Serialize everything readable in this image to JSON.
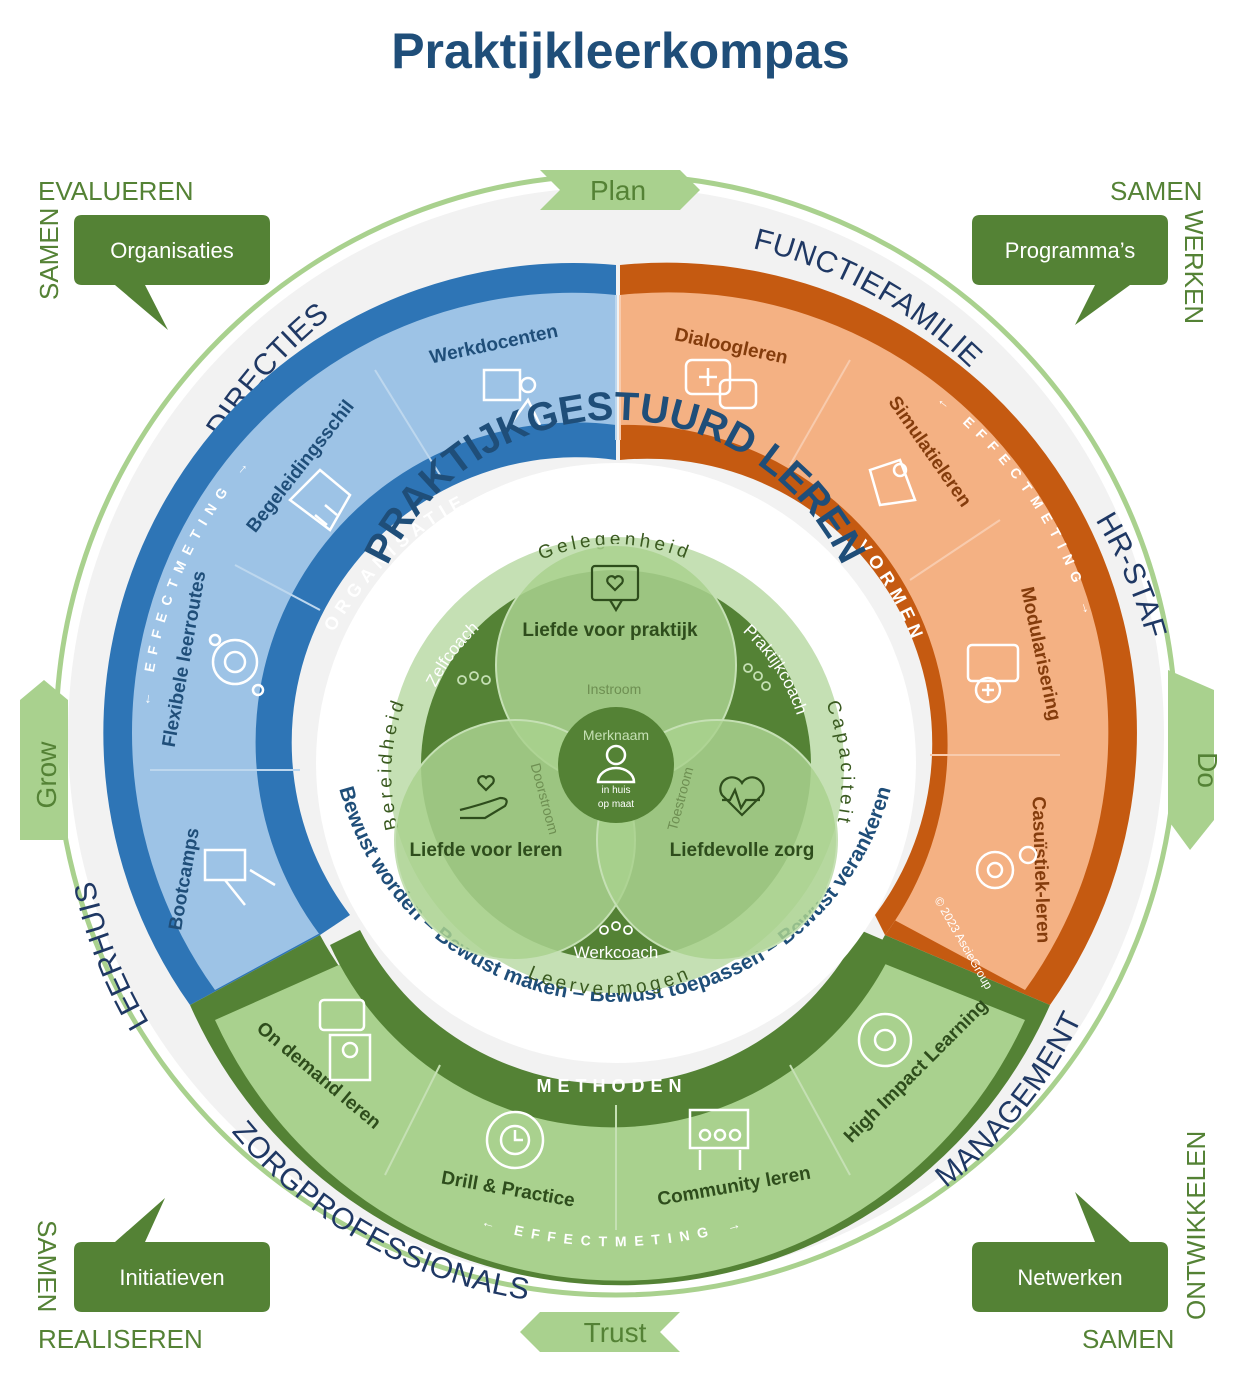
{
  "title": "Praktijkleerkompas",
  "corners": {
    "top_left": {
      "line1": "EVALUEREN",
      "line2": "SAMEN",
      "bubble": "Organisaties"
    },
    "top_right": {
      "line1": "SAMEN",
      "line2": "WERKEN",
      "bubble": "Programma’s"
    },
    "bottom_left": {
      "line1": "SAMEN",
      "line2": "REALISEREN",
      "bubble": "Initiatieven"
    },
    "bottom_right": {
      "line1": "SAMEN",
      "line2": "ONTWIKKELEN",
      "bubble": "Netwerken"
    }
  },
  "cycle": {
    "plan": "Plan",
    "do": "Do",
    "trust": "Trust",
    "grow": "Grow"
  },
  "outer_ring": {
    "directies": "DIRECTIES",
    "functiefamilie": "FUNCTIEFAMILIE",
    "hr_staf": "HR-STAF",
    "management": "MANAGEMENT",
    "zorgprofessionals": "ZORGPROFESSIONALS",
    "leerhuis": "LEERHUIS"
  },
  "organisatie": {
    "band": "ORGANISATIE",
    "effect": "← EFFECTMETING →",
    "segments": [
      "Werkdocenten",
      "Begeleidingsschil",
      "Flexibele leerroutes",
      "Bootcamps"
    ]
  },
  "vormen": {
    "band": "VORMEN",
    "effect": "← EFFECTMETING →",
    "segments": [
      "Dialoogleren",
      "Simulatieleren",
      "Modularisering",
      "Casuïstiek-leren"
    ],
    "copyright": "© 2023 AscieGroup"
  },
  "methoden": {
    "band": "METHODEN",
    "effect": "← EFFECTMETING →",
    "segments": [
      "On demand leren",
      "Drill & Practice",
      "Community leren",
      "High Impact Learning"
    ]
  },
  "center": {
    "title": "PRAKTIJKGESTUURD LEREN",
    "bewust": "Bewust worden – Bewust maken – Bewust toepassen – Bewust verankeren",
    "ring_words": {
      "gelegenheid": "Gelegenheid",
      "capaciteit": "Capaciteit",
      "leervermogen": "Leervermogen",
      "bereidheid": "Bereidheid"
    },
    "venn": {
      "top": "Liefde voor praktijk",
      "left": "Liefde voor leren",
      "right": "Liefdevolle zorg",
      "instroom": "Instroom",
      "doorstroom": "Doorstroom",
      "toestroom": "Toestroom",
      "merknaam": "Merknaam",
      "merk_sub1": "in huis",
      "merk_sub2": "op maat"
    },
    "coaches": {
      "zelfcoach": "Zelfcoach",
      "praktijkcoach": "Praktijkcoach",
      "werkcoach": "Werkcoach"
    }
  },
  "colors": {
    "navy": "#1f4e79",
    "blue_band": "#2e75b6",
    "blue_light": "#9dc3e6",
    "orange_band": "#c55a11",
    "orange_light": "#f4b183",
    "green_band": "#548235",
    "green_light": "#a9d18e",
    "green_pale": "#c5e0b4",
    "ring_grey": "#f2f2f2"
  }
}
